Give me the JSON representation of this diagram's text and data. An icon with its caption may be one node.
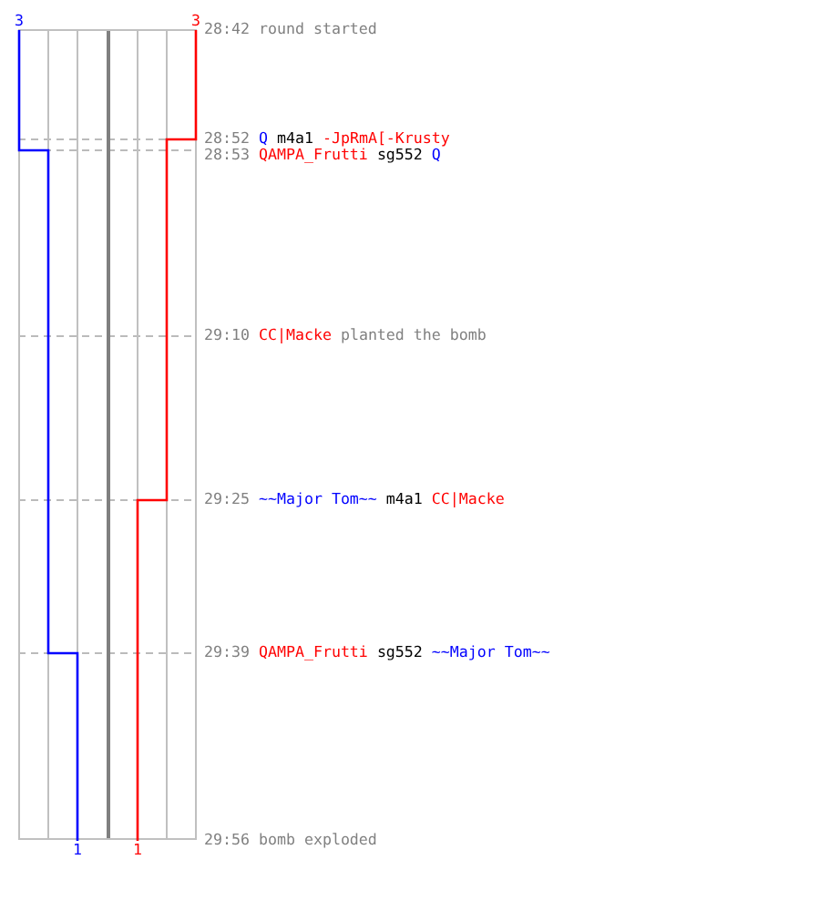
{
  "diagram": {
    "labels": [
      "3",
      "3",
      "28:42",
      "round started",
      "28:52",
      "Q",
      "m4a1",
      "-JpRmA[-Krusty",
      "28:53",
      "QAMPA_Frutti",
      "sg552",
      "Q",
      "29:10",
      "CC|Macke",
      "planted the bomb",
      "29:25",
      "~~Major Tom~~",
      "m4a1",
      "CC|Macke",
      "29:39",
      "QAMPA_Frutti",
      "sg552",
      "~~Major Tom~~",
      "29:56",
      "bomb exploded",
      "1",
      "1"
    ]
  }
}
